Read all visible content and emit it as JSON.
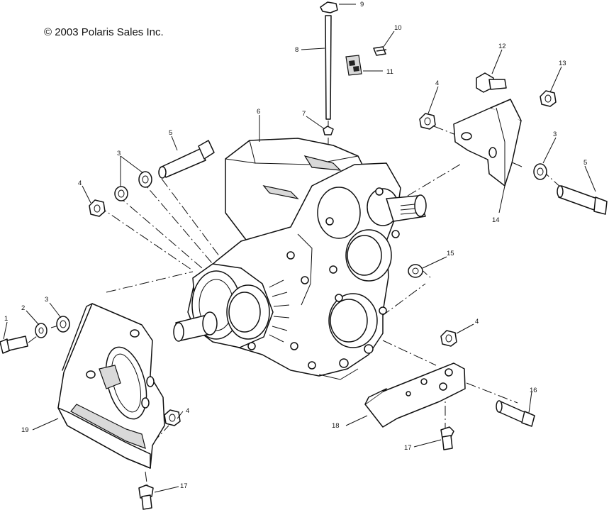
{
  "copyright": "© 2003 Polaris Sales Inc.",
  "callouts": {
    "c1": "1",
    "c2": "2",
    "c3a": "3",
    "c3b": "3",
    "c3c": "3",
    "c4a": "4",
    "c4b": "4",
    "c4c": "4",
    "c4d": "4",
    "c5a": "5",
    "c5b": "5",
    "c6": "6",
    "c7": "7",
    "c8": "8",
    "c9": "9",
    "c10": "10",
    "c11": "11",
    "c12": "12",
    "c13": "13",
    "c14": "14",
    "c15": "15",
    "c16": "16",
    "c17a": "17",
    "c17b": "17",
    "c18": "18",
    "c19": "19"
  }
}
